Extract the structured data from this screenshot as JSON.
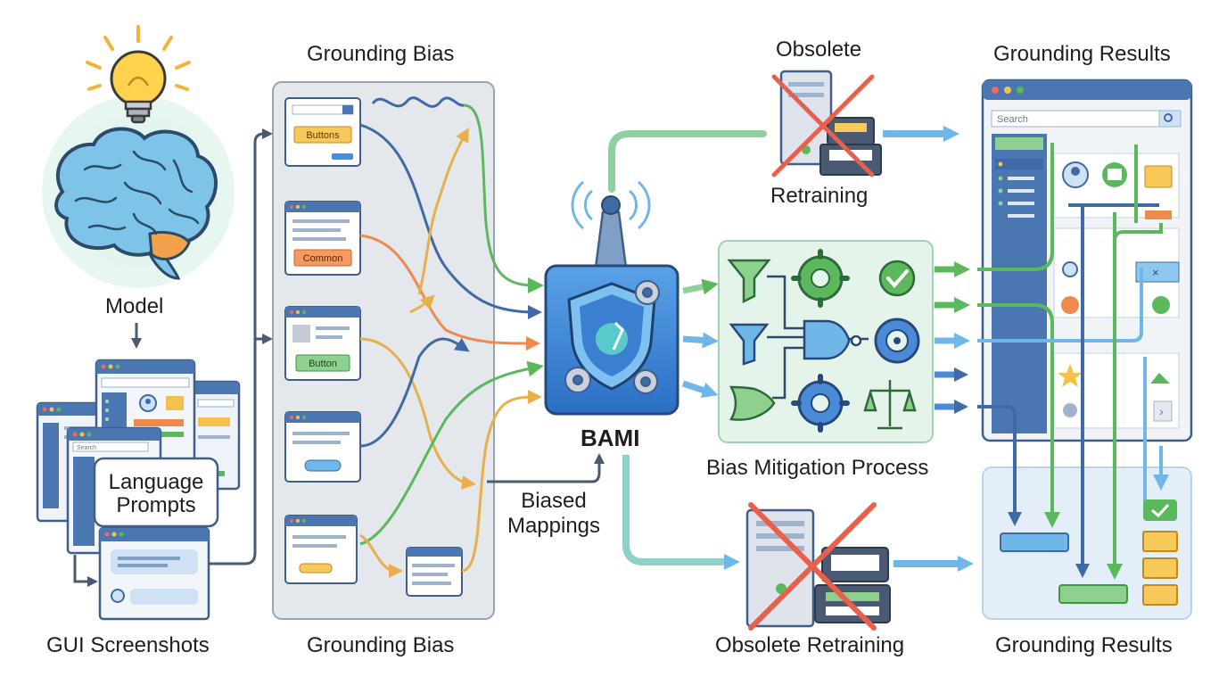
{
  "labels": {
    "model": "Model",
    "language_prompts": "Language Prompts",
    "gui_screenshots": "GUI Screenshots",
    "grounding_bias_top": "Grounding Bias",
    "grounding_bias_bottom": "Grounding Bias",
    "bami": "BAMI",
    "biased_mappings": "Biased Mappings",
    "obsolete_top": "Obsolete",
    "retraining_top": "Retraining",
    "bias_mitigation_process": "Bias Mitigation Process",
    "obsolete_retraining_bottom": "Obsolete Retraining",
    "grounding_results_top": "Grounding Results",
    "grounding_results_bottom": "Grounding Results"
  },
  "ui_tags": {
    "buttons": "Buttons",
    "common": "Common",
    "button": "Button",
    "search_small": "Search",
    "search_results": "Search"
  },
  "colors": {
    "blue": "#4a7fc1",
    "green": "#5cb85c",
    "orange": "#f08a4b",
    "yellow": "#e8b04a",
    "light_blue": "#6fb7e8",
    "red_cross": "#e8604c",
    "panel_gray": "#e4e7ec",
    "panel_green": "#e4f4ea",
    "panel_blue": "#e3eef9"
  },
  "icons": [
    "lightbulb-icon",
    "brain-icon",
    "antenna-icon",
    "shield-icon",
    "gear-icon",
    "funnel-icon",
    "logic-gate-icon",
    "check-icon",
    "target-gear-icon",
    "scales-icon",
    "server-icon",
    "tape-icon",
    "cross-icon",
    "user-icon",
    "image-icon",
    "folder-icon",
    "star-icon"
  ]
}
